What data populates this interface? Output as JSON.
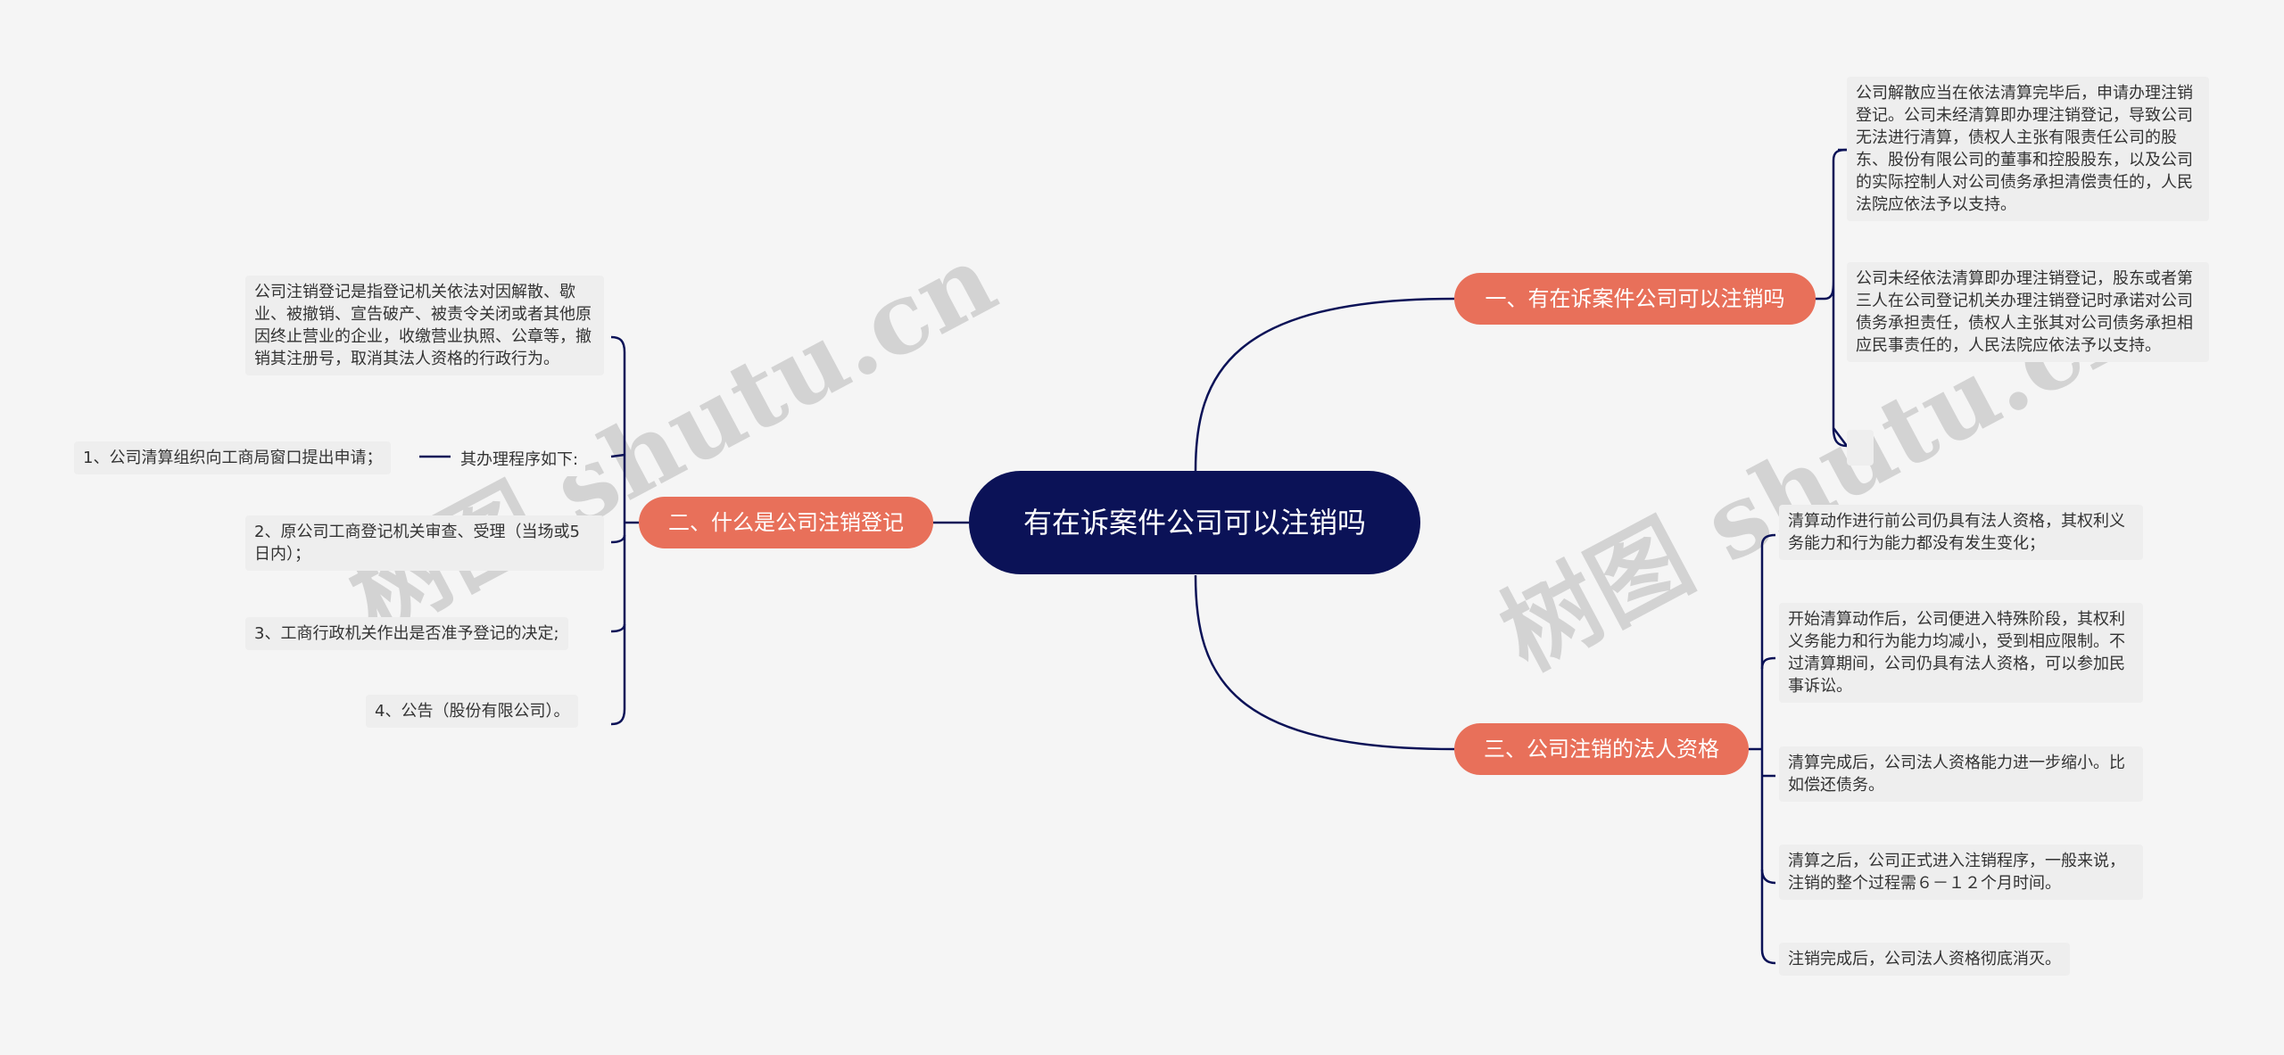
{
  "root": {
    "title": "有在诉案件公司可以注销吗"
  },
  "watermark": "树图 shutu.cn",
  "branches": {
    "b1": {
      "label": "一、有在诉案件公司可以注销吗",
      "leaves": [
        "公司解散应当在依法清算完毕后，申请办理注销登记。公司未经清算即办理注销登记，导致公司无法进行清算，债权人主张有限责任公司的股东、股份有限公司的董事和控股股东，以及公司的实际控制人对公司债务承担清偿责任的，人民法院应依法予以支持。",
        "公司未经依法清算即办理注销登记，股东或者第三人在公司登记机关办理注销登记时承诺对公司债务承担责任，债权人主张其对公司债务承担相应民事责任的，人民法院应依法予以支持。"
      ]
    },
    "b2": {
      "label": "二、什么是公司注销登记",
      "leaves": [
        "公司注销登记是指登记机关依法对因解散、歇业、被撤销、宣告破产、被责令关闭或者其他原因终止营业的企业，收缴营业执照、公章等，撤销其注册号，取消其法人资格的行政行为。",
        "其办理程序如下:",
        "2、原公司工商登记机关审查、受理（当场或5日内）；",
        "3、工商行政机关作出是否准予登记的决定;",
        "4、公告（股份有限公司）。"
      ],
      "sub": "1、公司清算组织向工商局窗口提出申请；"
    },
    "b3": {
      "label": "三、公司注销的法人资格",
      "leaves": [
        "清算动作进行前公司仍具有法人资格，其权利义务能力和行为能力都没有发生变化；",
        "开始清算动作后，公司便进入特殊阶段，其权利义务能力和行为能力均减小，受到相应限制。不过清算期间，公司仍具有法人资格，可以参加民事诉讼。",
        "清算完成后，公司法人资格能力进一步缩小。比如偿还债务。",
        "清算之后，公司正式进入注销程序，一般来说，注销的整个过程需６－１２个月时间。",
        "注销完成后，公司法人资格彻底消灭。"
      ]
    }
  },
  "colors": {
    "root": "#0b1257",
    "branch": "#e8705a",
    "leaf": "#eeeeee",
    "line": "#0b1257"
  }
}
